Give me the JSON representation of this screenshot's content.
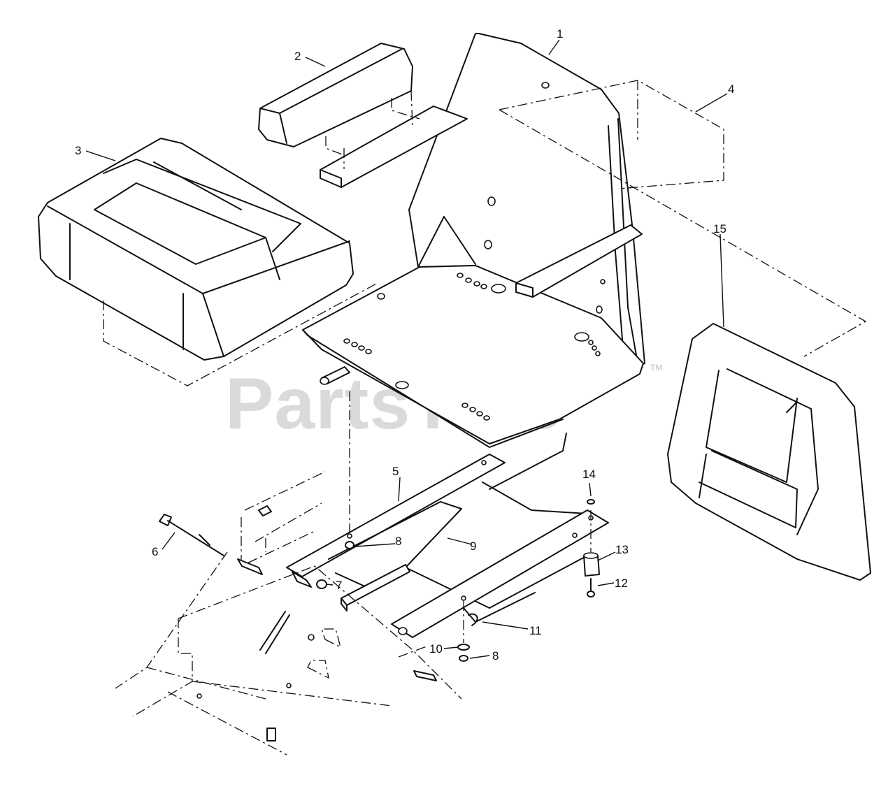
{
  "watermark": {
    "text": "PartsTree",
    "trademark": "TM"
  },
  "callouts": [
    {
      "label": "1"
    },
    {
      "label": "2"
    },
    {
      "label": "3"
    },
    {
      "label": "4"
    },
    {
      "label": "5"
    },
    {
      "label": "6"
    },
    {
      "label": "7"
    },
    {
      "label": "8"
    },
    {
      "label": "9"
    },
    {
      "label": "10"
    },
    {
      "label": "11"
    },
    {
      "label": "12"
    },
    {
      "label": "13"
    },
    {
      "label": "14"
    },
    {
      "label": "15"
    },
    {
      "label": "8"
    }
  ]
}
